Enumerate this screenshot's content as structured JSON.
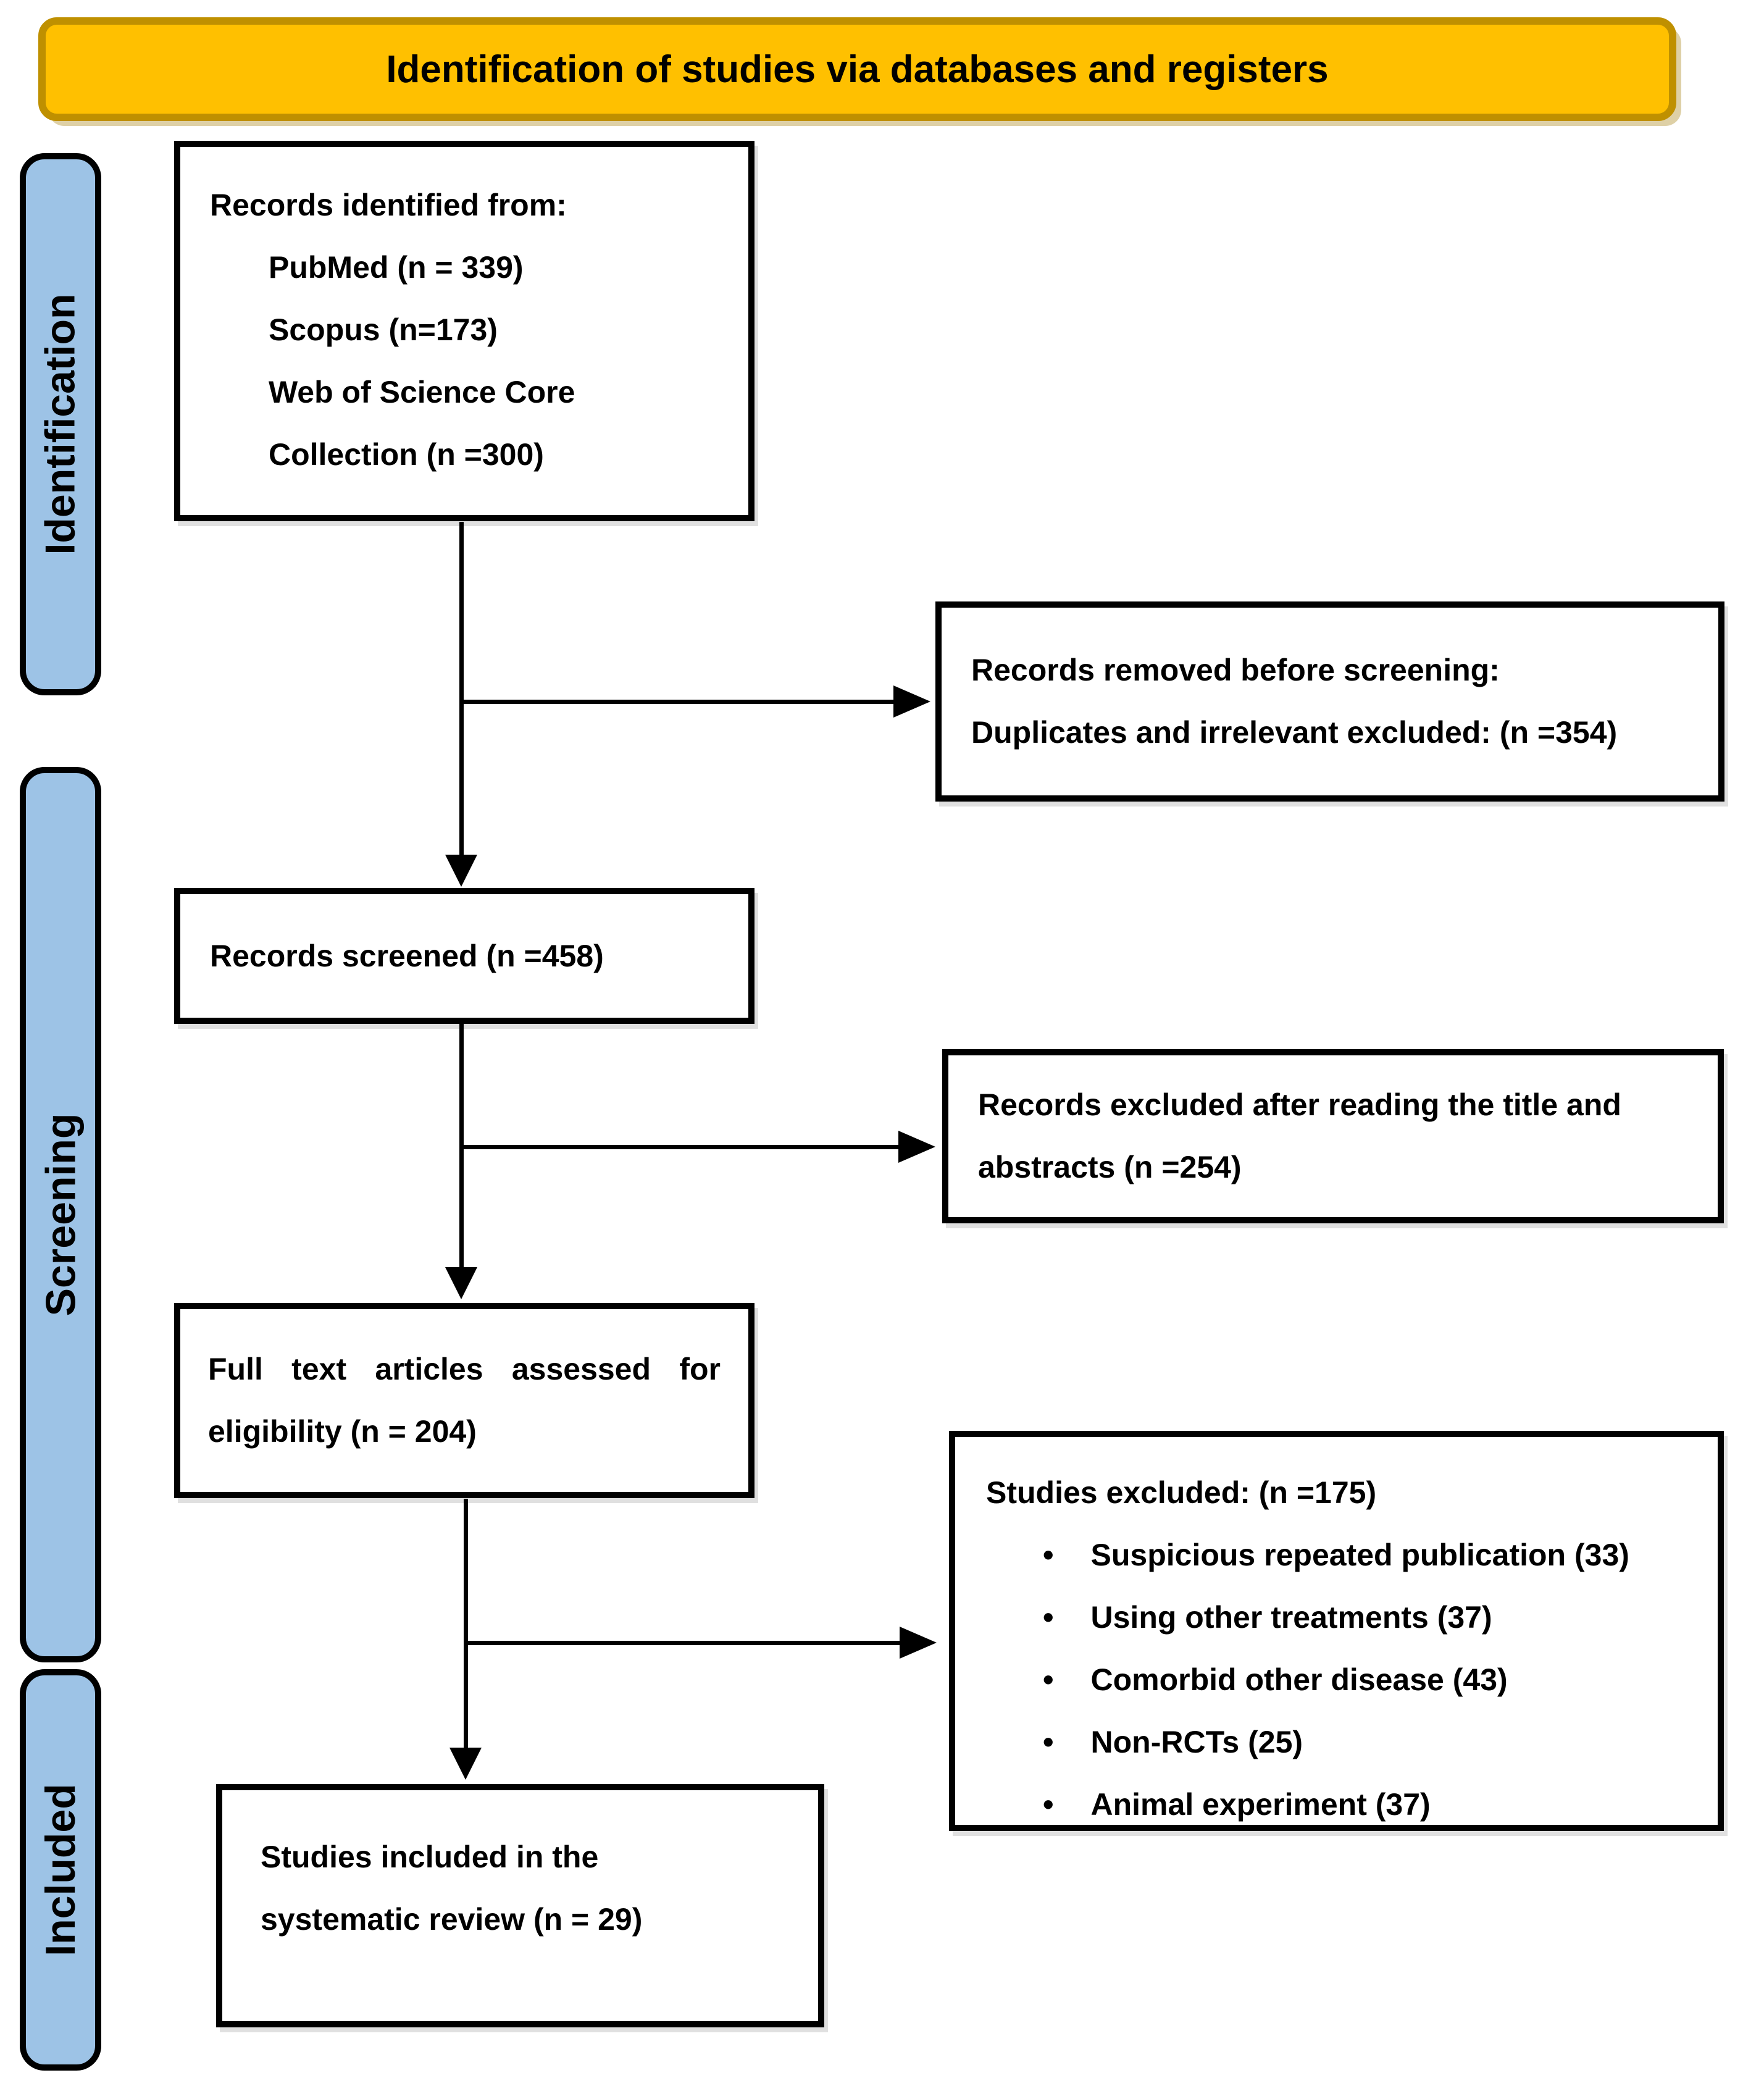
{
  "banner": {
    "label": "Identification of studies via databases and registers",
    "fill_color": "#FFC000",
    "border_color": "#BF9000"
  },
  "stages": [
    {
      "label": "Identification",
      "fill_color": "#9DC3E6"
    },
    {
      "label": "Screening",
      "fill_color": "#9DC3E6"
    },
    {
      "label": "Included",
      "fill_color": "#9DC3E6"
    }
  ],
  "boxes": {
    "identified": {
      "lines": [
        "Records identified from:",
        "PubMed (n = 339)",
        "Scopus (n=173)",
        "Web of Science Core",
        "Collection (n =300)"
      ]
    },
    "removed": {
      "lines": [
        "Records removed before screening:",
        "Duplicates and irrelevant excluded: (n =354)"
      ]
    },
    "screened": {
      "lines": [
        "Records screened (n =458)"
      ]
    },
    "excluded_title_abstract": {
      "lines": [
        "Records excluded after reading the title and",
        "abstracts (n =254)"
      ]
    },
    "full_text": {
      "lines": [
        "Full text articles assessed for",
        "eligibility (n = 204)"
      ]
    },
    "studies_excluded": {
      "title": "Studies excluded: (n =175)",
      "bullet_char": "•",
      "reasons": [
        "Suspicious repeated publication (33)",
        "Using other treatments (37)",
        "Comorbid other disease (43)",
        "Non-RCTs (25)",
        "Animal experiment (37)"
      ]
    },
    "included": {
      "lines": [
        "Studies included in the",
        "systematic review (n = 29)"
      ]
    }
  }
}
